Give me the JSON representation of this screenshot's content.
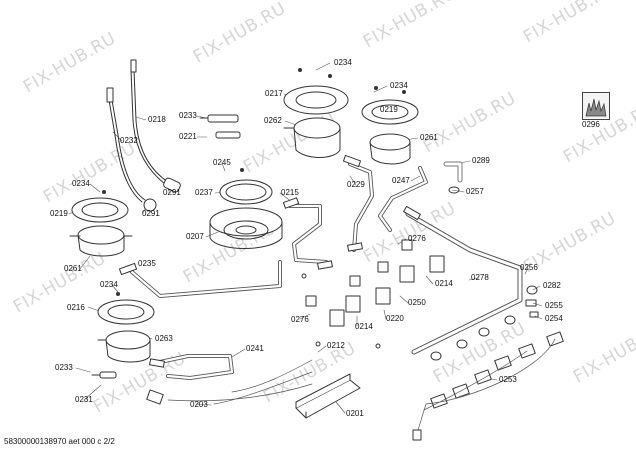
{
  "watermark": "FIX-HUB.RU",
  "footer": "58300000138970 aet 000 c 2/2",
  "reference_icon": "flame-reference-icon",
  "part_labels": [
    "0234",
    "0234",
    "0217",
    "0219",
    "0261",
    "0262",
    "0289",
    "0257",
    "0247",
    "0229",
    "0218",
    "0232",
    "0233",
    "0221",
    "0245",
    "0291",
    "0237",
    "0215",
    "0207",
    "0291",
    "0234",
    "0219",
    "0261",
    "0235",
    "0276",
    "0278",
    "0256",
    "0214",
    "0250",
    "0282",
    "0255",
    "0254",
    "0276",
    "0214",
    "0220",
    "0234",
    "0216",
    "0263",
    "0241",
    "0212",
    "0253",
    "0233",
    "0231",
    "0203",
    "0201",
    "0296"
  ]
}
